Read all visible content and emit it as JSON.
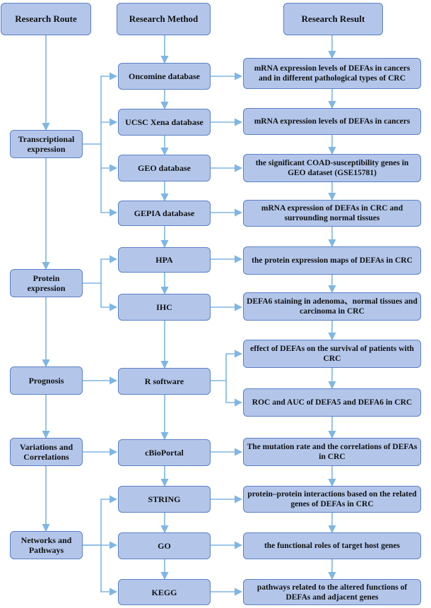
{
  "headers": {
    "route": "Research Route",
    "method": "Research Method",
    "result": "Research Result"
  },
  "routes": [
    "Transcriptional expression",
    "Protein expression",
    "Prognosis",
    "Variations and Correlations",
    "Networks and Pathways"
  ],
  "methods": [
    "Oncomine database",
    "UCSC Xena database",
    "GEO database",
    "GEPIA database",
    "HPA",
    "IHC",
    "R software",
    "cBioPortal",
    "STRING",
    "GO",
    "KEGG"
  ],
  "results": [
    "mRNA expression levels of DEFAs in cancers and in different pathological types of CRC",
    "mRNA expression levels of DEFAs in cancers",
    "the significant COAD-susceptibility genes in GEO dataset (GSE15781)",
    "mRNA expression of DEFAs in CRC and surrounding normal tissues",
    "the protein expression maps of DEFAs in CRC",
    "DEFA6 staining in adenoma、normal tissues and carcinoma in CRC",
    "effect of DEFAs on the survival of patients with CRC",
    "ROC and AUC of DEFA5 and DEFA6 in CRC",
    "The mutation rate and the correlations of DEFAs in CRC",
    "protein–protein interactions based on the related genes of DEFAs in CRC",
    "the functional roles of target host genes",
    "pathways related to the altered functions of DEFAs and adjacent genes"
  ],
  "colors": {
    "box_fill": "#b3c6ea",
    "box_border": "#5b7fc4",
    "arrow": "#7fb6e3"
  }
}
